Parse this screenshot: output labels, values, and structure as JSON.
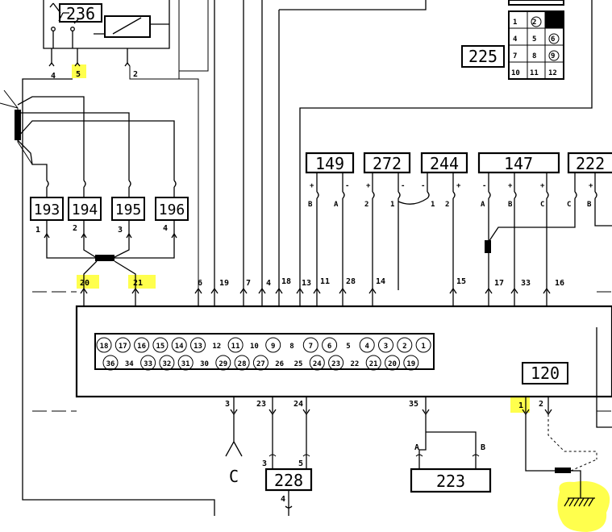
{
  "components": {
    "relay": "236",
    "switch_cluster": [
      "193",
      "194",
      "195",
      "196"
    ],
    "top_row": [
      "149",
      "272",
      "244",
      "147",
      "222"
    ],
    "ecu": "120",
    "bottom_left": "228",
    "bottom_right": "223",
    "connector_ref": "225",
    "ground_ref": "C"
  },
  "relay_pins": [
    "4",
    "5",
    "2"
  ],
  "switch_pins": [
    "1",
    "2",
    "3",
    "4"
  ],
  "connector_grid": [
    "1",
    "2",
    "",
    "4",
    "5",
    "6",
    "7",
    "8",
    "9",
    "10",
    "11",
    "12"
  ],
  "top_pin_labels": [
    "+",
    "-",
    "B",
    "A",
    "+",
    "-",
    "2",
    "1",
    "-",
    "+",
    "1",
    "2",
    "-",
    "+",
    "A",
    "B",
    "+",
    "C",
    "C",
    "+",
    "B"
  ],
  "ecu_top_pins": [
    "20",
    "21",
    "6",
    "19",
    "7",
    "4",
    "18",
    "13",
    "11",
    "28",
    "14",
    "15",
    "17",
    "33",
    "16"
  ],
  "ecu_bottom_pins": [
    "3",
    "23",
    "24",
    "35",
    "1",
    "2"
  ],
  "ecu_face_row1": [
    "18",
    "17",
    "16",
    "15",
    "14",
    "13",
    "12",
    "11",
    "10",
    "9",
    "8",
    "7",
    "6",
    "5",
    "4",
    "3",
    "2",
    "1"
  ],
  "ecu_face_row2": [
    "36",
    "34",
    "33",
    "32",
    "31",
    "30",
    "29",
    "28",
    "27",
    "26",
    "25",
    "24",
    "23",
    "22",
    "21",
    "20",
    "19"
  ],
  "sub_pins_228": [
    "3",
    "5",
    "4"
  ],
  "sub_pins_223": [
    "A",
    "B"
  ],
  "highlight_color": "#ffff4d"
}
